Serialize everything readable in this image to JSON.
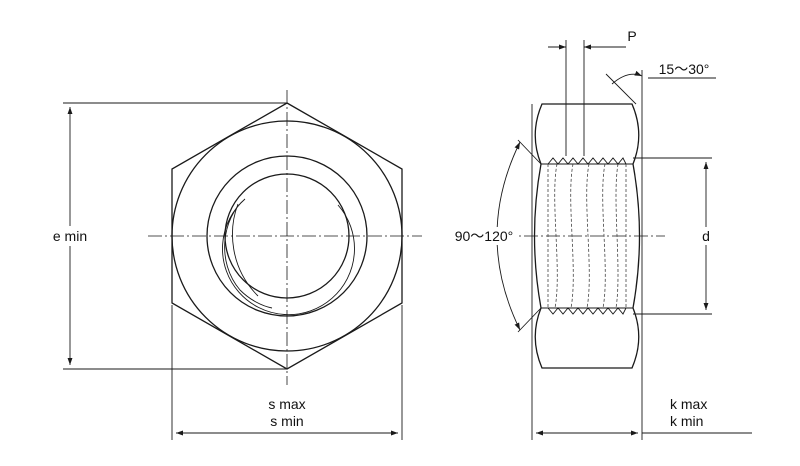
{
  "labels": {
    "e_min": "e min",
    "s_max": "s max",
    "s_min": "s min",
    "pitch": "P",
    "chamfer_angle": "15～30°",
    "bearing_angle": "90～120°",
    "thread_diameter": "d",
    "k_max": "k max",
    "k_min": "k min"
  },
  "colors": {
    "line": "#1a1a1a",
    "background": "#ffffff"
  }
}
